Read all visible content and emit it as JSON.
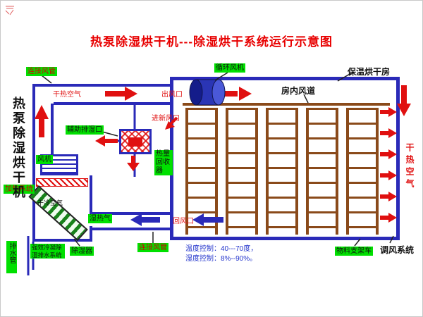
{
  "title": "热泵除湿烘干机---除湿烘干系统运行示意图",
  "unit": {
    "vertical_name": "热泵除湿烘干机",
    "fan": "风机",
    "heating_system": "加热系统",
    "dry_cold_air": "干冷空气",
    "wet_hot_air": "湿热气",
    "drain_pipe": "排水管",
    "condense_system": "强效冷凝除湿排水系统",
    "dehumidifier": "除湿器"
  },
  "ducts": {
    "connect_duct_top": "连接风管",
    "connect_duct_bottom": "连接风管",
    "dry_hot_air": "干热空气",
    "air_outlet": "出风口",
    "return_air": "回风口",
    "fresh_air_inlet": "进新风口",
    "aux_dehumid_port": "辅助排湿口",
    "heat_recovery": "热量回收器",
    "circulation_fan": "循环风机"
  },
  "room": {
    "name": "保温烘干房",
    "indoor_duct": "房内风道",
    "material_rack": "物料支架车",
    "air_adjust_system": "调风系统",
    "dry_hot_air_right": "干热空气",
    "temp_control": "温度控制：40---70度，",
    "humidity_control": "湿度控制：8%--90%。"
  },
  "colors": {
    "title_red": "#e80000",
    "duct_blue": "#2a2ab8",
    "label_green": "#00e000",
    "rack_brown": "#8a4a1a",
    "arrow_red": "#e01010",
    "control_text_blue": "#2233cc"
  }
}
